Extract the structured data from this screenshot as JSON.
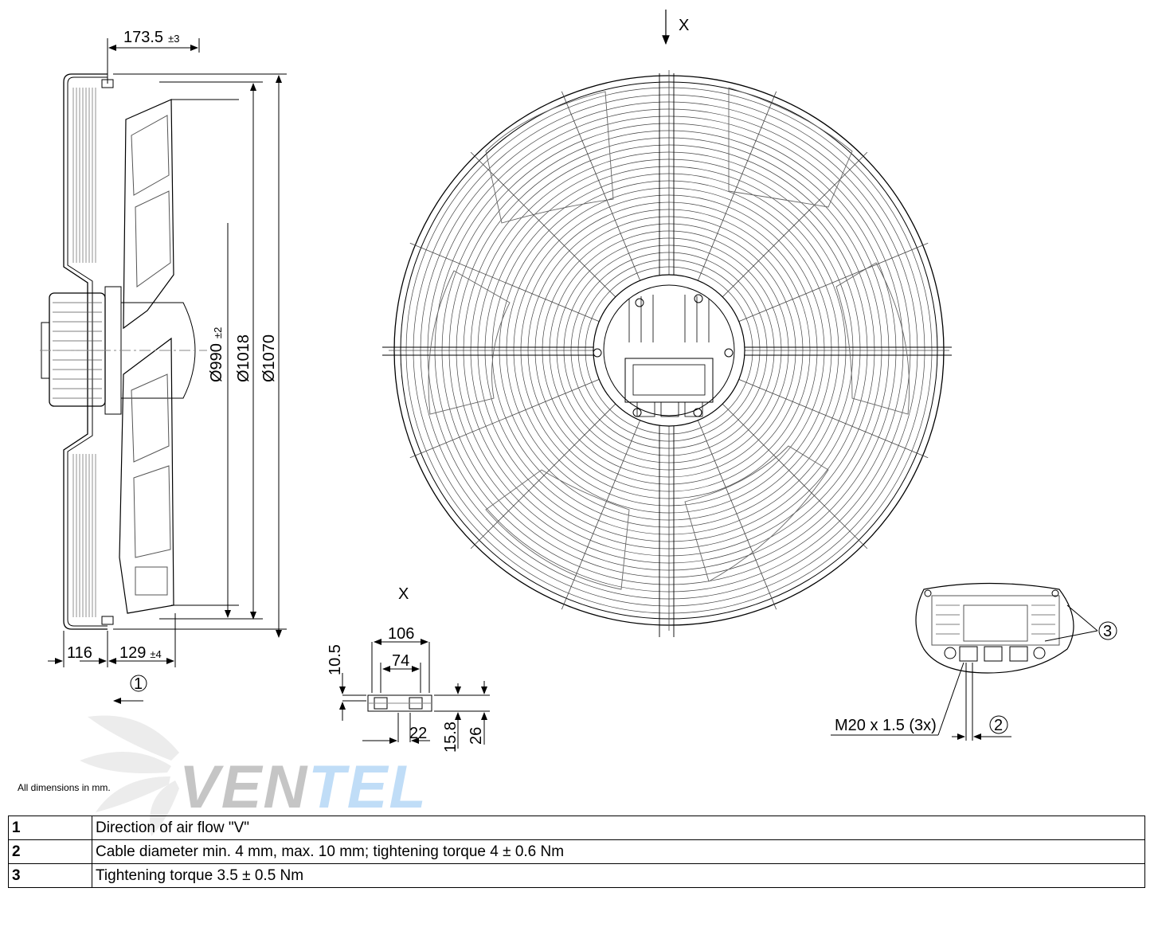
{
  "dimensions": {
    "top_width": "173.5",
    "top_width_tol": "±3",
    "d990": "Ø990",
    "d990_tol": "±2",
    "d1018": "Ø1018",
    "d1070": "Ø1070",
    "bottom_left": "116",
    "bottom_right": "129",
    "bottom_right_tol": "±4"
  },
  "view_x": {
    "arrow_label": "X",
    "detail_title": "X",
    "w106": "106",
    "w74": "74",
    "h105": "10.5",
    "w22": "22",
    "h158": "15.8",
    "h26": "26"
  },
  "callouts": {
    "c1": "1",
    "c2": "2",
    "c3": "3",
    "thread": "M20 x 1.5 (3x)"
  },
  "note": "All dimensions in mm.",
  "logo": {
    "part1": "VEN",
    "part2": "TEL"
  },
  "legend": [
    {
      "num": "1",
      "text": "Direction of air flow \"V\""
    },
    {
      "num": "2",
      "text": "Cable diameter min. 4 mm, max. 10 mm; tightening torque 4 ± 0.6 Nm"
    },
    {
      "num": "3",
      "text": "Tightening torque 3.5 ± 0.5 Nm"
    }
  ],
  "colors": {
    "line": "#000000",
    "logo_gray": "#7f7f7f",
    "logo_blue": "#74b4ee"
  }
}
